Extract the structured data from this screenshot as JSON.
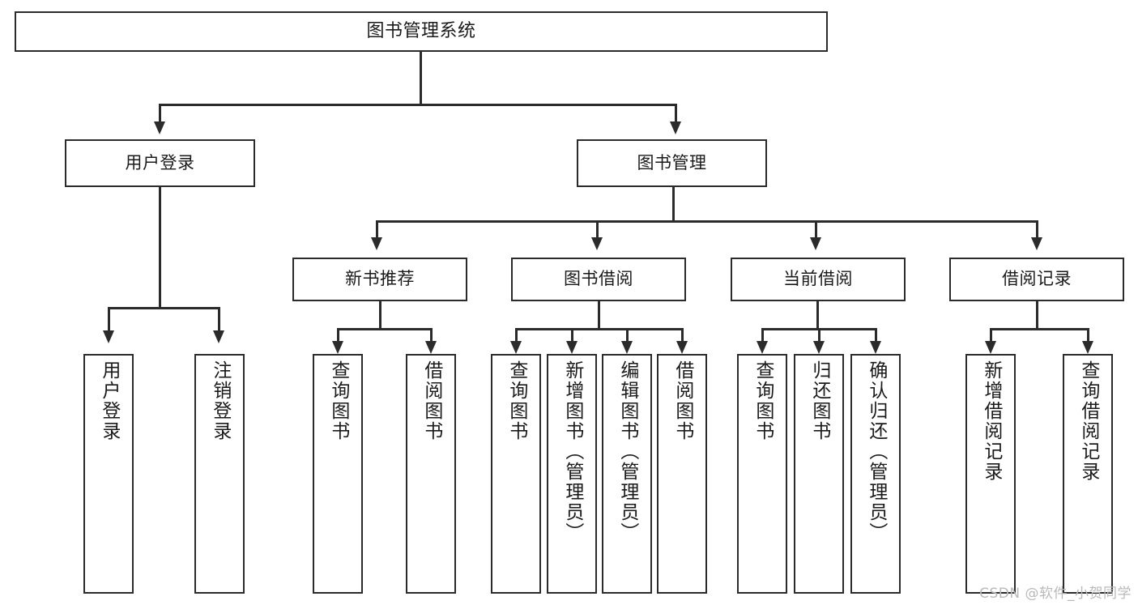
{
  "diagram": {
    "type": "tree-hierarchy-chart",
    "title": "图书管理系统",
    "watermark": "CSDN @软件_小贺同学",
    "colors": {
      "stroke": "#2b2b2b",
      "fill": "#ffffff",
      "text": "#1a1a1a",
      "watermark": "#b9b9b9"
    },
    "levels": {
      "level0": {
        "nodes": [
          {
            "id": "root",
            "label": "图书管理系统"
          }
        ]
      },
      "level1": {
        "nodes": [
          {
            "id": "user-login",
            "label": "用户登录"
          },
          {
            "id": "book-manage",
            "label": "图书管理"
          }
        ]
      },
      "level2": {
        "nodes": [
          {
            "id": "new-book-recommend",
            "label": "新书推荐"
          },
          {
            "id": "book-borrow",
            "label": "图书借阅"
          },
          {
            "id": "current-borrow",
            "label": "当前借阅"
          },
          {
            "id": "borrow-record",
            "label": "借阅记录"
          }
        ]
      },
      "level3": {
        "groups": [
          {
            "parent": "user-login",
            "leaves": [
              {
                "id": "leaf-user-login",
                "label": "用户登录"
              },
              {
                "id": "leaf-logout",
                "label": "注销登录"
              }
            ]
          },
          {
            "parent": "new-book-recommend",
            "leaves": [
              {
                "id": "leaf-query-book-1",
                "label": "查询图书"
              },
              {
                "id": "leaf-borrow-book-1",
                "label": "借阅图书"
              }
            ]
          },
          {
            "parent": "book-borrow",
            "leaves": [
              {
                "id": "leaf-query-book-2",
                "label": "查询图书"
              },
              {
                "id": "leaf-add-book",
                "label": "新增图书（管理员）"
              },
              {
                "id": "leaf-edit-book",
                "label": "编辑图书（管理员）"
              },
              {
                "id": "leaf-borrow-book-2",
                "label": "借阅图书"
              }
            ]
          },
          {
            "parent": "current-borrow",
            "leaves": [
              {
                "id": "leaf-query-book-3",
                "label": "查询图书"
              },
              {
                "id": "leaf-return-book",
                "label": "归还图书"
              },
              {
                "id": "leaf-confirm-return",
                "label": "确认归还（管理员）"
              }
            ]
          },
          {
            "parent": "borrow-record",
            "leaves": [
              {
                "id": "leaf-add-record",
                "label": "新增借阅记录"
              },
              {
                "id": "leaf-query-record",
                "label": "查询借阅记录"
              }
            ]
          }
        ]
      }
    }
  }
}
